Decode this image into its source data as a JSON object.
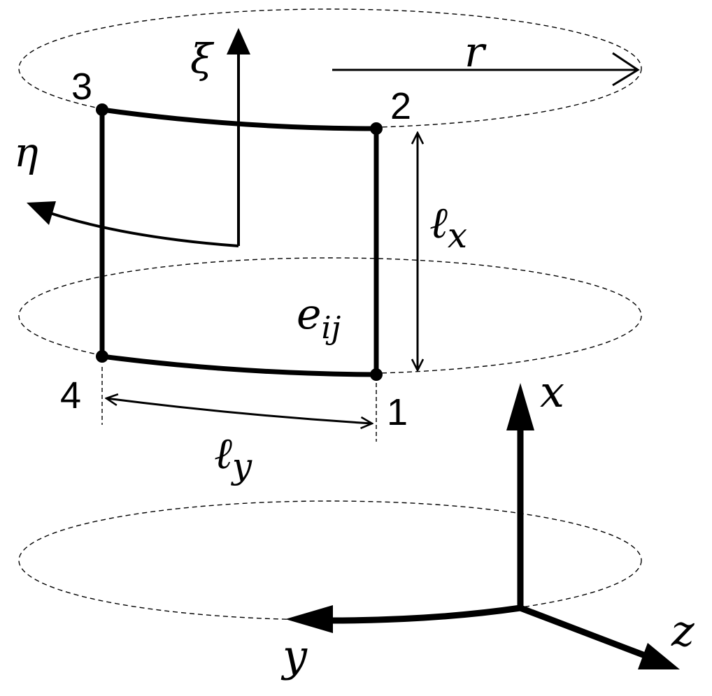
{
  "labels": {
    "r": "r",
    "xi": "ξ",
    "eta": "η",
    "lx_main": "ℓ",
    "lx_sub": "x",
    "ly_main": "ℓ",
    "ly_sub": "y",
    "e_main": "e",
    "e_sub": "ij",
    "axis_x": "x",
    "axis_y": "y",
    "axis_z": "z"
  },
  "nodes": {
    "n1": "1",
    "n2": "2",
    "n3": "3",
    "n4": "4"
  },
  "colors": {
    "ink": "#000000",
    "background": "#ffffff"
  }
}
